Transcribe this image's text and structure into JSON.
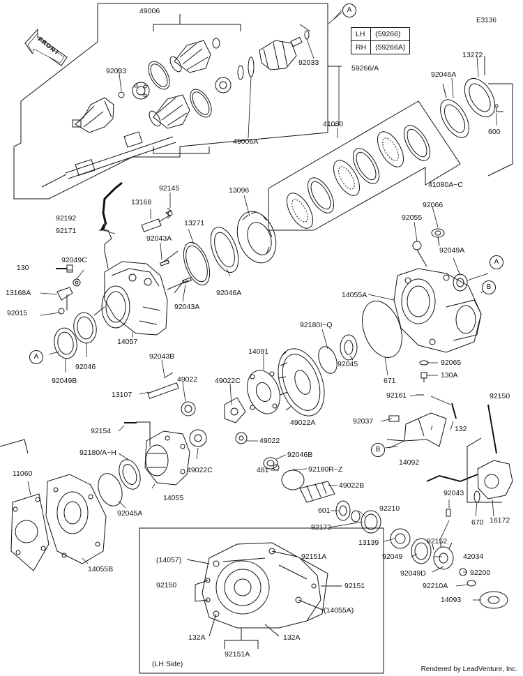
{
  "diagram_code": "E3136",
  "footer": "Rendered by LeadVenture, Inc.",
  "front_label": "FRONT",
  "lh_side_label": "(LH Side)",
  "side_table": [
    {
      "side": "LH",
      "part": "(59266)"
    },
    {
      "side": "RH",
      "part": "(59266A)"
    }
  ],
  "callouts": {
    "A1": "A",
    "A2": "A",
    "A3": "A",
    "B1": "B",
    "B2": "B"
  },
  "labels": {
    "p49006": "49006",
    "p92033a": "92033",
    "p92033b": "92033",
    "p59266": "59266/A",
    "p49006A": "49006A",
    "p13272": "13272",
    "p92046A_top": "92046A",
    "p600": "600",
    "p41080": "41080",
    "p41080AC": "41080A~C",
    "p92145": "92145",
    "p92192": "92192",
    "p13168": "13168",
    "p13096": "13096",
    "p92171": "92171",
    "p13271": "13271",
    "p92043A_a": "92043A",
    "p92066": "92066",
    "p92055": "92055",
    "p92049A": "92049A",
    "p130": "130",
    "p92049C": "92049C",
    "p13168A": "13168A",
    "p92015": "92015",
    "p92046A_mid": "92046A",
    "p92043A_b": "92043A",
    "p14055A": "14055A",
    "p92180Q": "92180I~Q",
    "p14091": "14091",
    "p14057": "14057",
    "p92046": "92046",
    "p92049B": "92049B",
    "p92045": "92045",
    "p671": "671",
    "p92065": "92065",
    "p130A": "130A",
    "p92043B": "92043B",
    "p49022_a": "49022",
    "p49022C_a": "49022C",
    "p13107": "13107",
    "p49022A": "49022A",
    "p92161": "92161",
    "p92150_r": "92150",
    "p92037": "92037",
    "p132": "132",
    "p92154": "92154",
    "p49022_b": "49022",
    "p92180AH": "92180/A~H",
    "p11060": "11060",
    "p92046B": "92046B",
    "p14092": "14092",
    "p481": "481",
    "p92180RZ": "92180R~Z",
    "p49022C_b": "49022C",
    "p14055": "14055",
    "p92045A": "92045A",
    "p49022B": "49022B",
    "p601": "601",
    "p92210": "92210",
    "p92172": "92172",
    "p92043": "92043",
    "p670": "670",
    "p16172": "16172",
    "p14055B": "14055B",
    "p13139": "13139",
    "p92152": "92152",
    "p14057_paren": "(14057)",
    "p92151A_a": "92151A",
    "p92049": "92049",
    "p42034": "42034",
    "p92150_l": "92150",
    "p92151": "92151",
    "p92049D": "92049D",
    "p92200": "92200",
    "p92210A": "92210A",
    "p14055A_paren": "(14055A)",
    "p14093": "14093",
    "p132A_a": "132A",
    "p132A_b": "132A",
    "p92151A_b": "92151A"
  }
}
